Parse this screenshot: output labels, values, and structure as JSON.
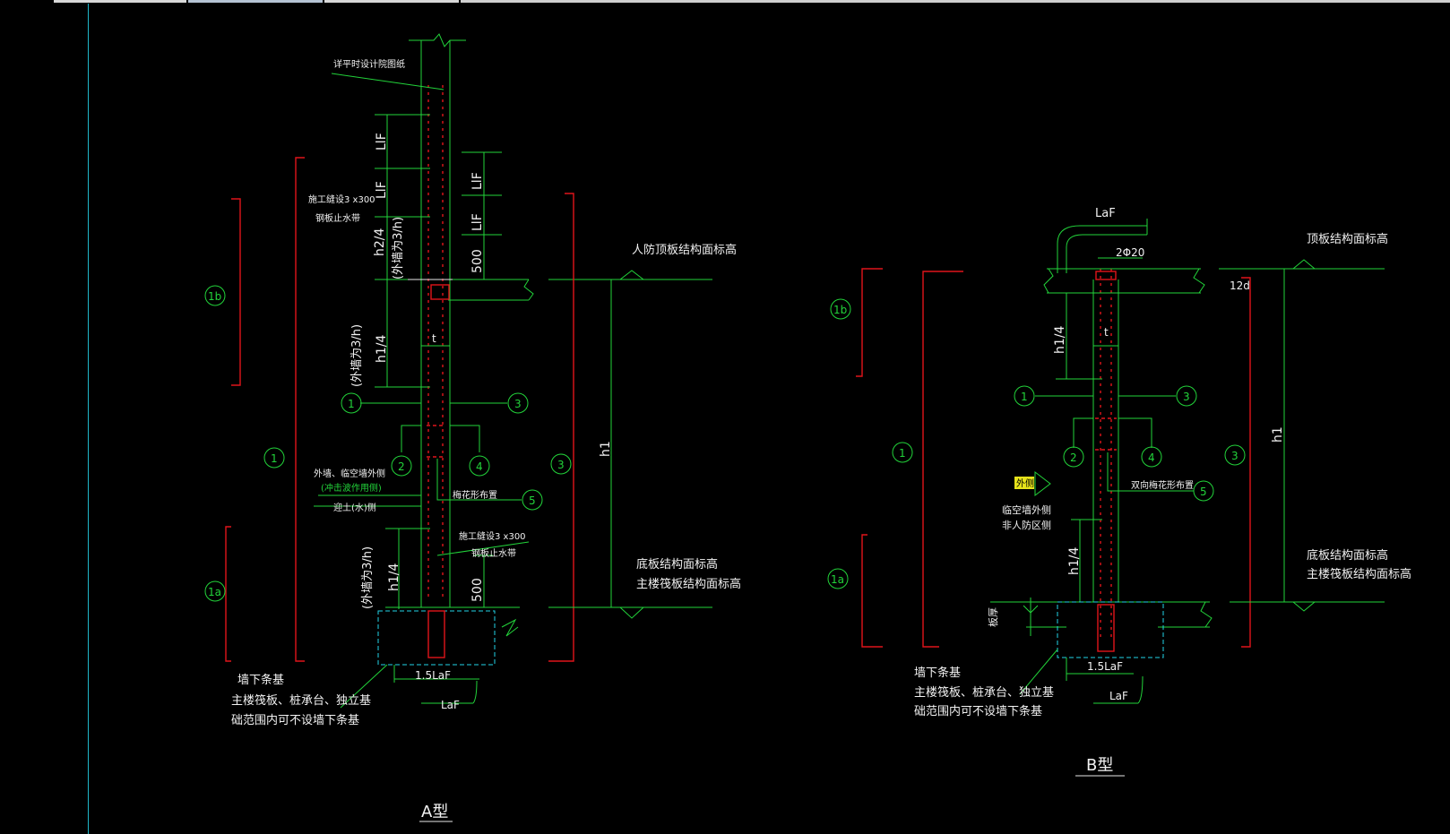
{
  "app": {
    "tab_strip": [
      "",
      "",
      ""
    ]
  },
  "drawing": {
    "A": {
      "title": "A型",
      "note_top": "详平时设计院图纸",
      "joint1_line1": "施工缝设3 x300",
      "joint1_line2": "钢板止水带",
      "joint2_line1": "施工缝设3 x300",
      "joint2_line2": "钢板止水带",
      "dim_llf": "LlF",
      "dim_h2_4": "h2/4",
      "dim_ext_wall": "(外墙为3/h)",
      "dim_500": "500",
      "dim_h1_4": "h1/4",
      "dim_t": "t",
      "dim_h1": "h1",
      "dim_15laf": "1.5LaF",
      "dim_laf": "LaF",
      "roof_label": "人防顶板结构面标高",
      "floor_label": "底板结构面标高",
      "floor_label2": "主楼筏板结构面标高",
      "side_ext1": "外墙、临空墙外侧",
      "side_ext2": "(冲击波作用侧)",
      "side_soil": "迎土(水)侧",
      "plum": "梅花形布置",
      "base1": "墙下条基",
      "base2": "主楼筏板、桩承台、独立基",
      "base3": "础范围内可不设墙下条基",
      "c1b": "1b",
      "c1a": "1a",
      "c1": "1",
      "c2": "2",
      "c3": "3",
      "c4": "4",
      "c5": "5"
    },
    "B": {
      "title": "B型",
      "dim_laf": "LaF",
      "rebar": "2Φ20",
      "dim_12d": "12d",
      "dim_t": "t",
      "dim_h1_4": "h1/4",
      "dim_h1": "h1",
      "dim_15laf": "1.5LaF",
      "dim_laf2": "LaF",
      "slab_thk": "板厚",
      "roof_label": "顶板结构面标高",
      "floor_label": "底板结构面标高",
      "floor_label2": "主楼筏板结构面标高",
      "flag": "外侧",
      "side1": "临空墙外侧",
      "side2": "非人防区侧",
      "plum": "双向梅花形布置",
      "base1": "墙下条基",
      "base2": "主楼筏板、桩承台、独立基",
      "base3": "础范围内可不设墙下条基",
      "c1b": "1b",
      "c1a": "1a",
      "c1": "1",
      "c2": "2",
      "c3": "3",
      "c4": "4",
      "c5": "5"
    }
  },
  "colors": {
    "background": "#000000",
    "green": "#22d33a",
    "red": "#e0141a",
    "cyan": "#22d3e8",
    "text": "#f2f2f2"
  }
}
